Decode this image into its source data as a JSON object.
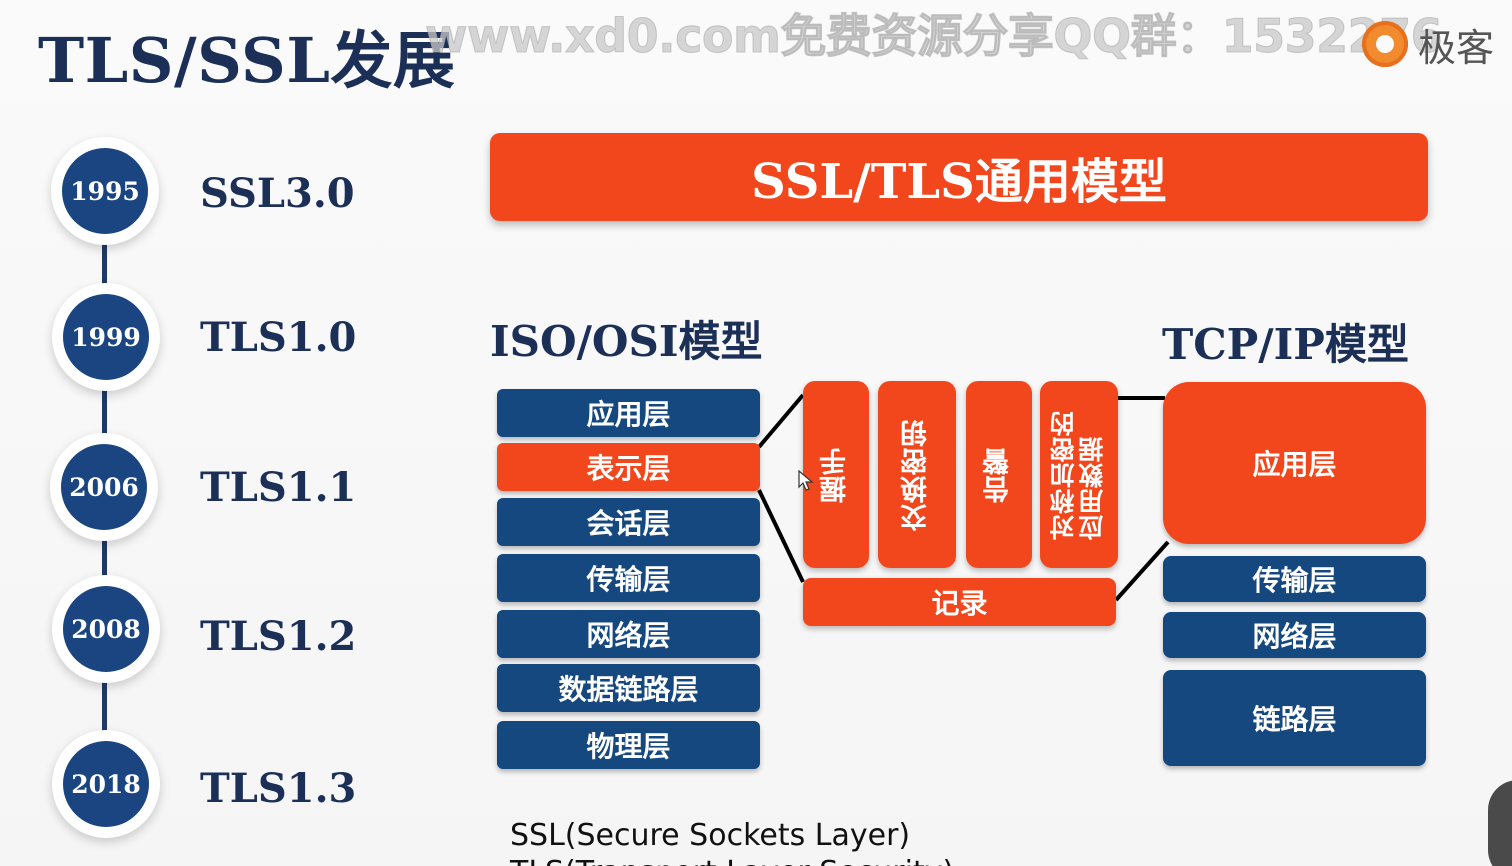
{
  "title": "TLS/SSL发展",
  "watermark": "www.xd0.com免费资源分享QQ群：1532276",
  "logo": {
    "text": "极客",
    "icon": "geek-logo-icon"
  },
  "timeline": [
    {
      "year": "1995",
      "version": "SSL3.0"
    },
    {
      "year": "1999",
      "version": "TLS1.0"
    },
    {
      "year": "2006",
      "version": "TLS1.1"
    },
    {
      "year": "2008",
      "version": "TLS1.2"
    },
    {
      "year": "2018",
      "version": "TLS1.3"
    }
  ],
  "banner": "SSL/TLS通用模型",
  "osi": {
    "title": "ISO/OSI模型",
    "layers": [
      "应用层",
      "表示层",
      "会话层",
      "传输层",
      "网络层",
      "数据链路层",
      "物理层"
    ]
  },
  "ssl_tls": {
    "boxes": [
      "握手",
      "交换密钥",
      "告警",
      "对称加密的\n应用数据"
    ],
    "record": "记录"
  },
  "tcpip": {
    "title": "TCP/IP模型",
    "layers": [
      "应用层",
      "传输层",
      "网络层",
      "链路层"
    ]
  },
  "footnotes": [
    "SSL(Secure Sockets Layer)",
    "TLS(Transport Layer Security)"
  ],
  "colors": {
    "navy": "#15487f",
    "orange_red": "#f2471c",
    "title_navy": "#1b2f57"
  }
}
